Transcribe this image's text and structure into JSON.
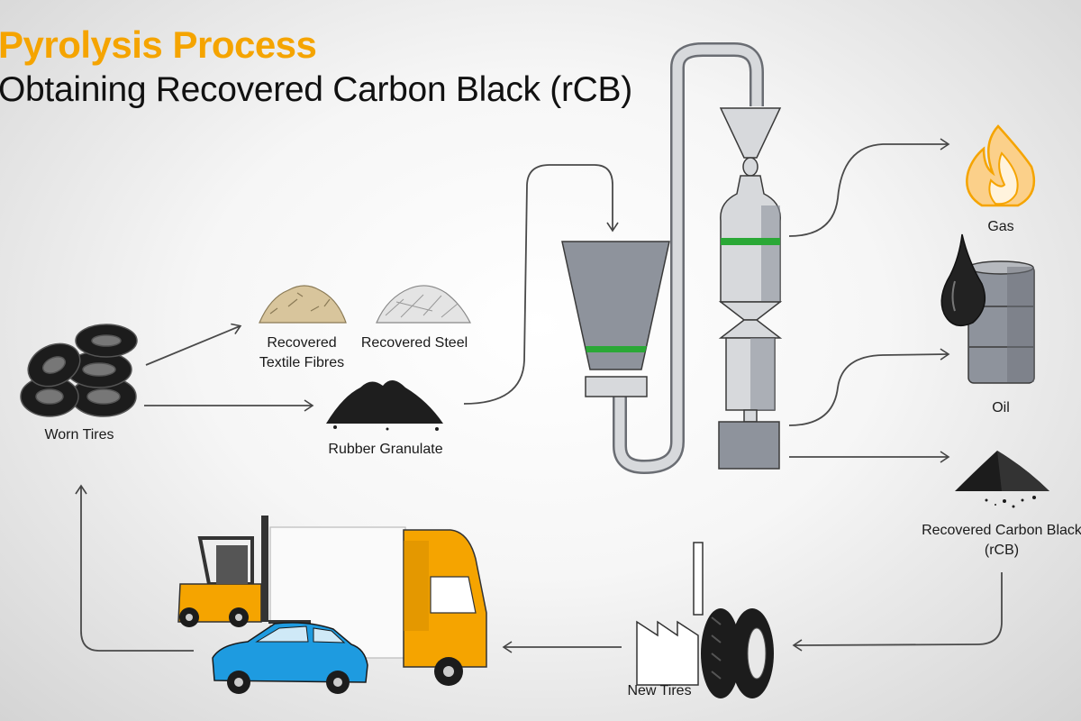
{
  "title": "Pyrolysis Process",
  "subtitle": "Obtaining Recovered Carbon Black (rCB)",
  "labels": {
    "worn_tires": "Worn Tires",
    "textile_line1": "Recovered",
    "textile_line2": "Textile Fibres",
    "steel": "Recovered Steel",
    "granulate": "Rubber Granulate",
    "gas": "Gas",
    "oil": "Oil",
    "rcb_line1": "Recovered Carbon Black",
    "rcb_line2": "(rCB)",
    "new_tires": "New Tires"
  },
  "colors": {
    "accent": "#f5a400",
    "green": "#2aa836",
    "blue": "#1e9be0",
    "metal": "#8e939c"
  }
}
